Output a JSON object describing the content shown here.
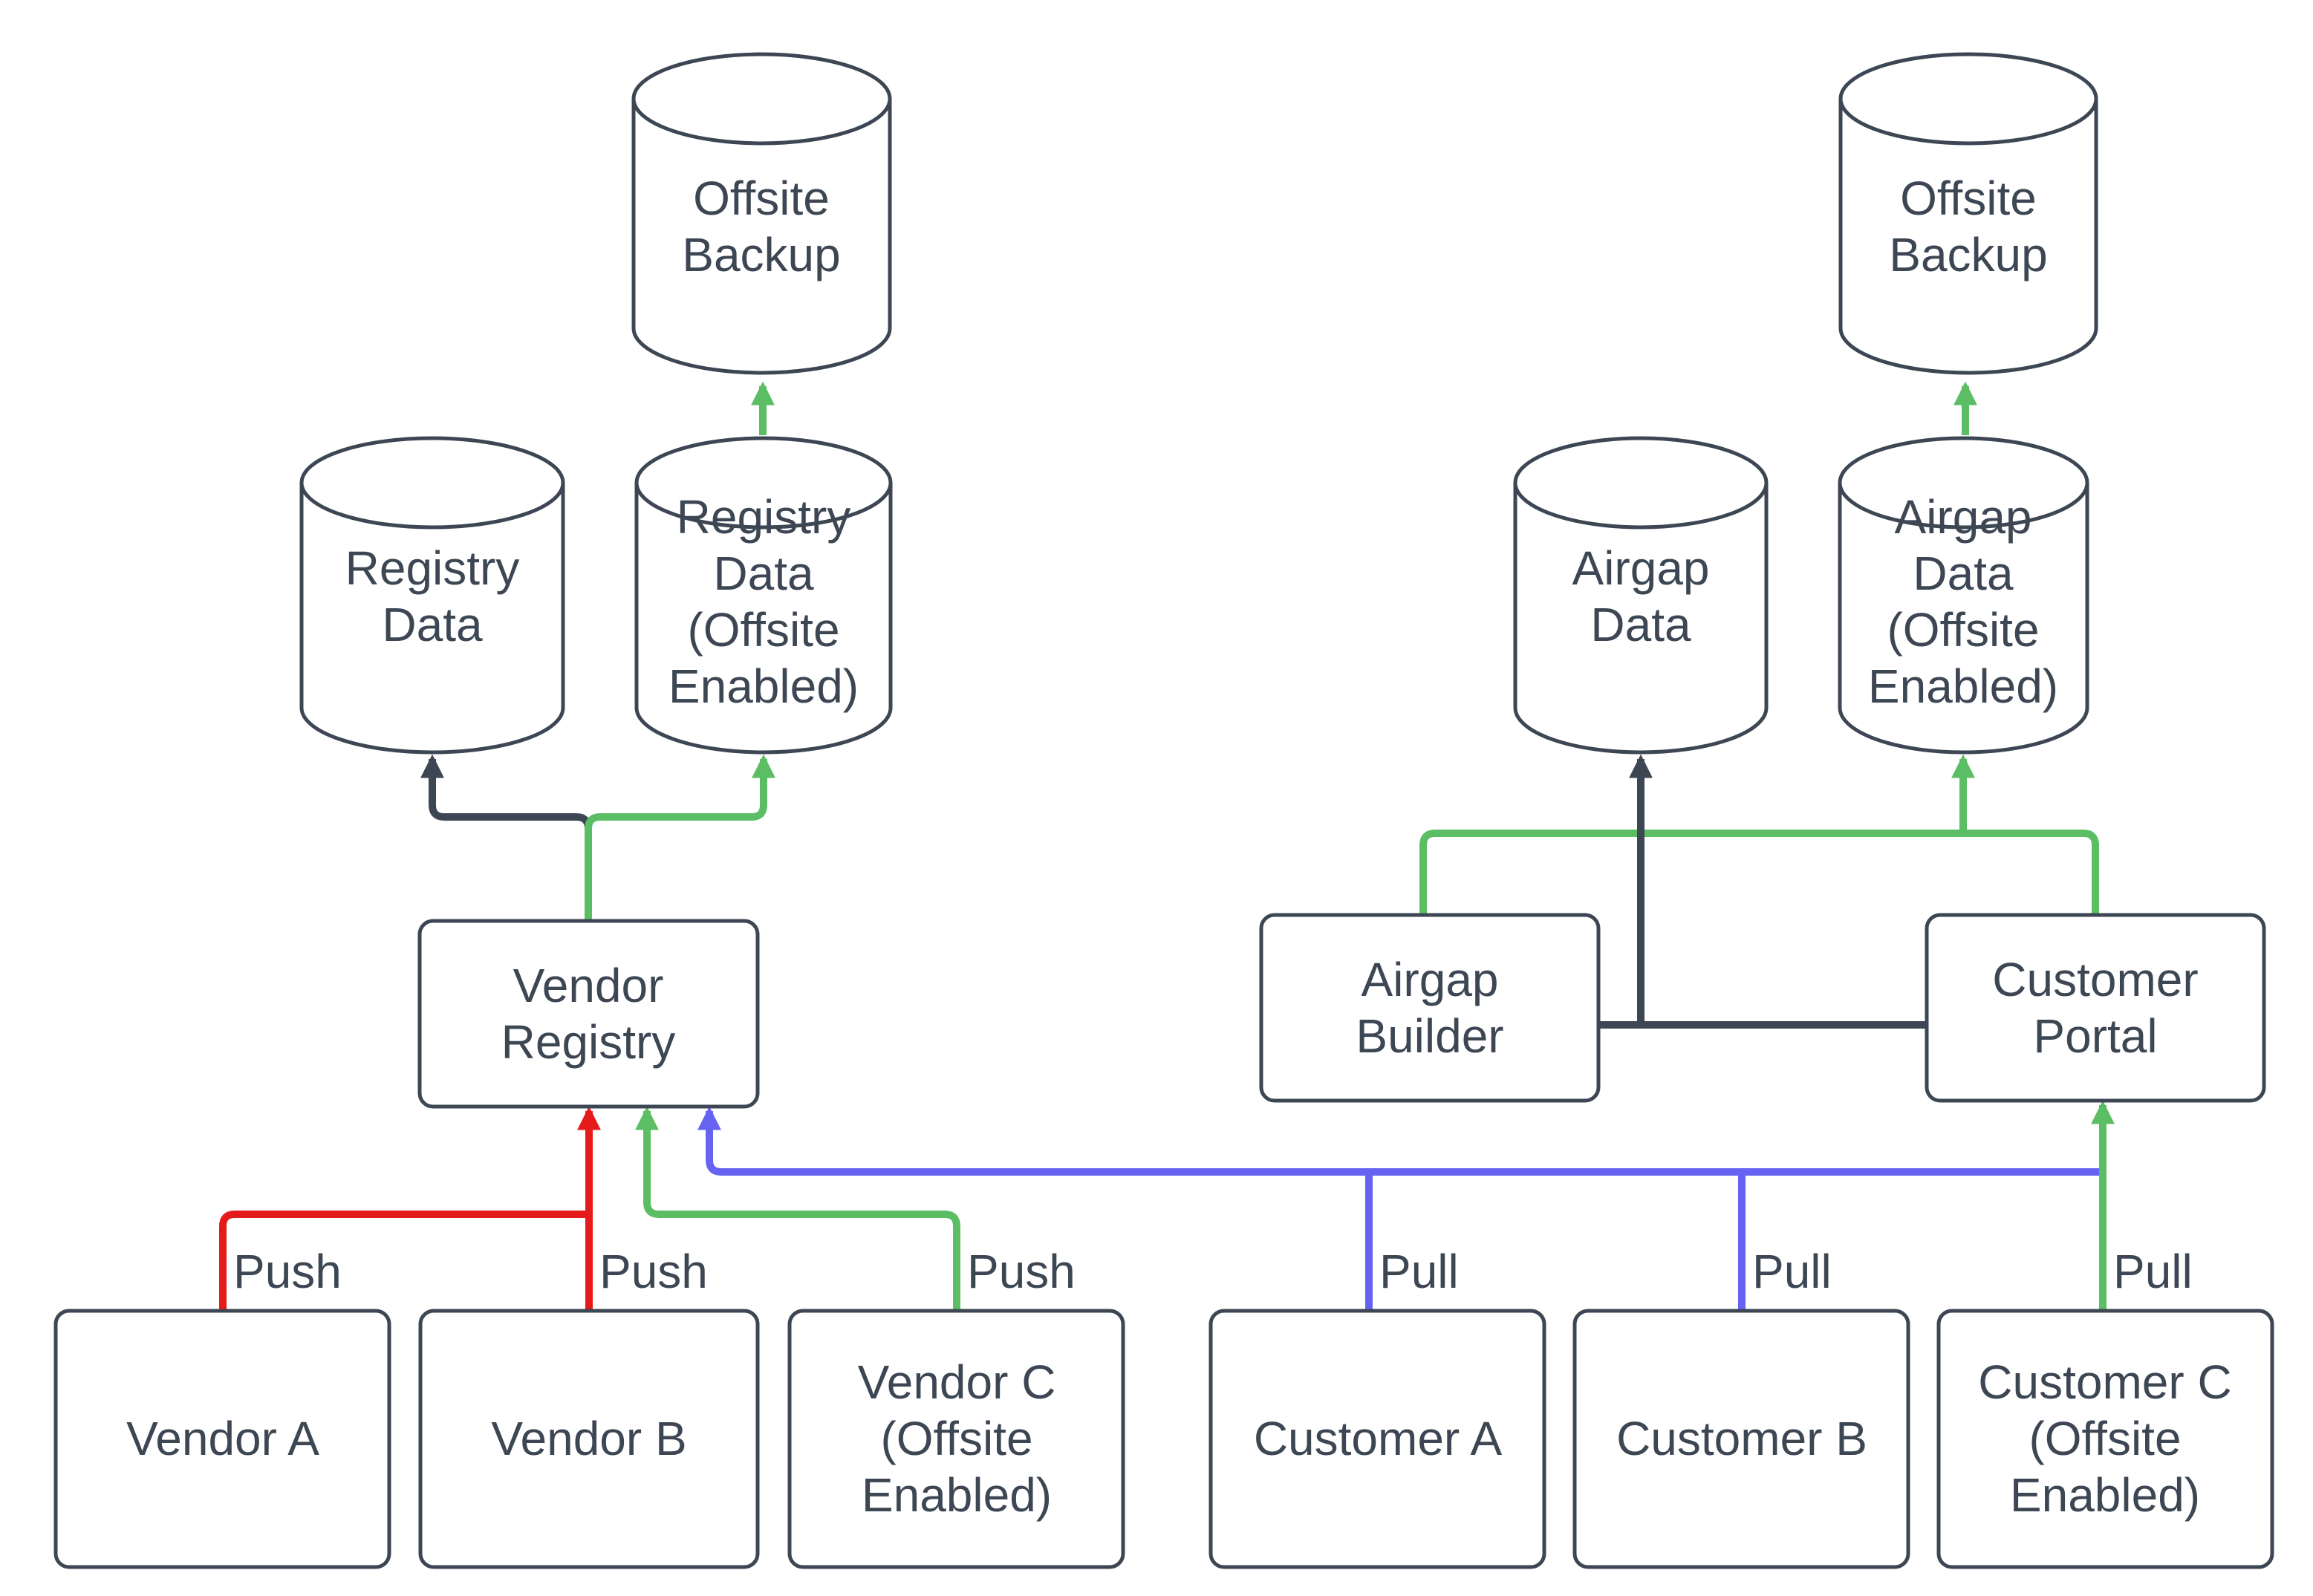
{
  "diagram": {
    "nodes": {
      "offsite_backup_left": {
        "lines": [
          "Offsite",
          "Backup"
        ]
      },
      "registry_data": {
        "lines": [
          "Registry",
          "Data"
        ]
      },
      "registry_data_offsite": {
        "lines": [
          "Registry",
          "Data",
          "(Offsite",
          "Enabled)"
        ]
      },
      "vendor_registry": {
        "lines": [
          "Vendor",
          "Registry"
        ]
      },
      "vendor_a": {
        "lines": [
          "Vendor A"
        ]
      },
      "vendor_b": {
        "lines": [
          "Vendor B"
        ]
      },
      "vendor_c": {
        "lines": [
          "Vendor C",
          "(Offsite",
          "Enabled)"
        ]
      },
      "offsite_backup_right": {
        "lines": [
          "Offsite",
          "Backup"
        ]
      },
      "airgap_data": {
        "lines": [
          "Airgap",
          "Data"
        ]
      },
      "airgap_data_offsite": {
        "lines": [
          "Airgap",
          "Data",
          "(Offsite",
          "Enabled)"
        ]
      },
      "airgap_builder": {
        "lines": [
          "Airgap",
          "Builder"
        ]
      },
      "customer_portal": {
        "lines": [
          "Customer",
          "Portal"
        ]
      },
      "customer_a": {
        "lines": [
          "Customer A"
        ]
      },
      "customer_b": {
        "lines": [
          "Customer B"
        ]
      },
      "customer_c": {
        "lines": [
          "Customer C",
          "(Offsite",
          "Enabled)"
        ]
      }
    },
    "edge_labels": {
      "push": [
        "Push",
        "Push",
        "Push"
      ],
      "pull": [
        "Pull",
        "Pull",
        "Pull"
      ]
    },
    "colors": {
      "dark": "#3d4754",
      "red": "#e51a1a",
      "green": "#5cbe64",
      "blue": "#6663f2",
      "text": "#3d4754",
      "background": "#ffffff"
    }
  }
}
